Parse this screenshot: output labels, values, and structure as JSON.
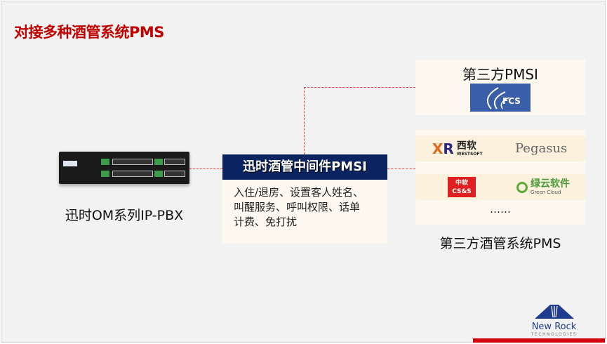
{
  "title": "对接多种酒管系统PMS",
  "device": {
    "label": "迅时OM系列IP-PBX"
  },
  "middleware": {
    "title": "迅时酒管中间件PMSI",
    "features": [
      "入住/退房、设置客人姓名、",
      "叫醒服务、呼叫权限、话单",
      "计费、免打扰"
    ]
  },
  "third_party_pmsi": {
    "title": "第三方PMSI",
    "logo": "FCS"
  },
  "third_party_pms": {
    "label": "第三方酒管系统PMS",
    "logos": [
      {
        "name": "西软",
        "sub": "WESTSOFT"
      },
      {
        "name": "Pegasus"
      },
      {
        "name": "中软",
        "sub": "CS&S"
      },
      {
        "name": "绿云软件",
        "sub": "Green Cloud"
      }
    ],
    "more": "……"
  },
  "brand": {
    "name": "New Rock",
    "sub": "TECHNOLOGIES"
  },
  "colors": {
    "accent": "#c00000",
    "navy": "#0a2461",
    "panel": "#fdf8f0"
  }
}
